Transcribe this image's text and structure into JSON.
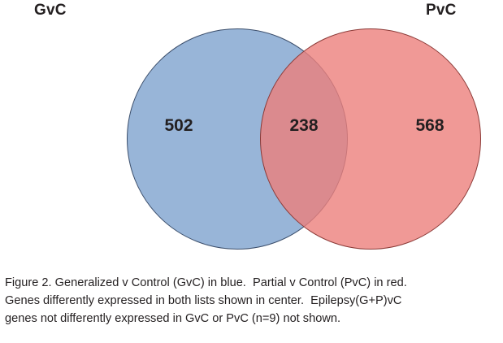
{
  "figure": {
    "labels": {
      "left_set": "GvC",
      "right_set": "PvC"
    },
    "counts": {
      "left_only": "502",
      "intersection": "238",
      "right_only": "568"
    },
    "colors": {
      "left_fill": "#8aabd3",
      "left_stroke": "#3b4e6b",
      "right_fill": "#ec807c",
      "right_stroke": "#8b3a37",
      "text": "#231f20",
      "background": "#ffffff"
    },
    "caption": {
      "line1": "Figure 2. Generalized v Control (GvC) in blue.  Partial v Control (PvC) in red.",
      "line2": "Genes differently expressed in both lists shown in center.  Epilepsy(G+P)vC",
      "line3": "genes not differently expressed in GvC or PvC (n=9) not shown."
    }
  }
}
